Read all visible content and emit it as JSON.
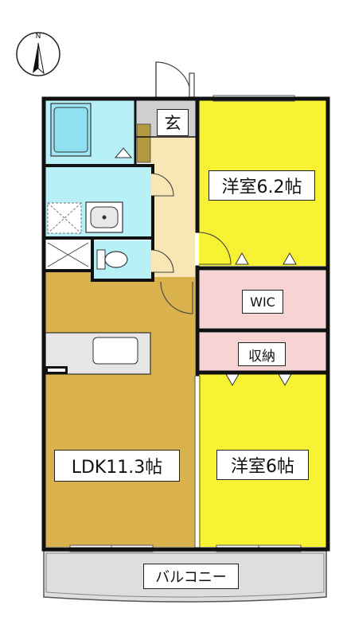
{
  "compass": {
    "north_label": "N",
    "icon": "north-arrow-icon"
  },
  "rooms": {
    "entrance": "玄",
    "western_room_1": "洋室6.2帖",
    "wic": "WIC",
    "storage": "収納",
    "ldk": "LDK11.3帖",
    "western_room_2": "洋室6帖",
    "balcony": "バルコニー"
  },
  "colors": {
    "wall": "#111111",
    "western_room": "#f7f233",
    "ldk": "#d9b24e",
    "wet_area": "#b8f0f8",
    "closet": "#f8d3d3",
    "hallway": "#f8e6b4",
    "entrance_floor": "#cfcfcf",
    "shoe_box": "#b39a40",
    "balcony": "#dedede",
    "counter": "#e6e6e6"
  }
}
